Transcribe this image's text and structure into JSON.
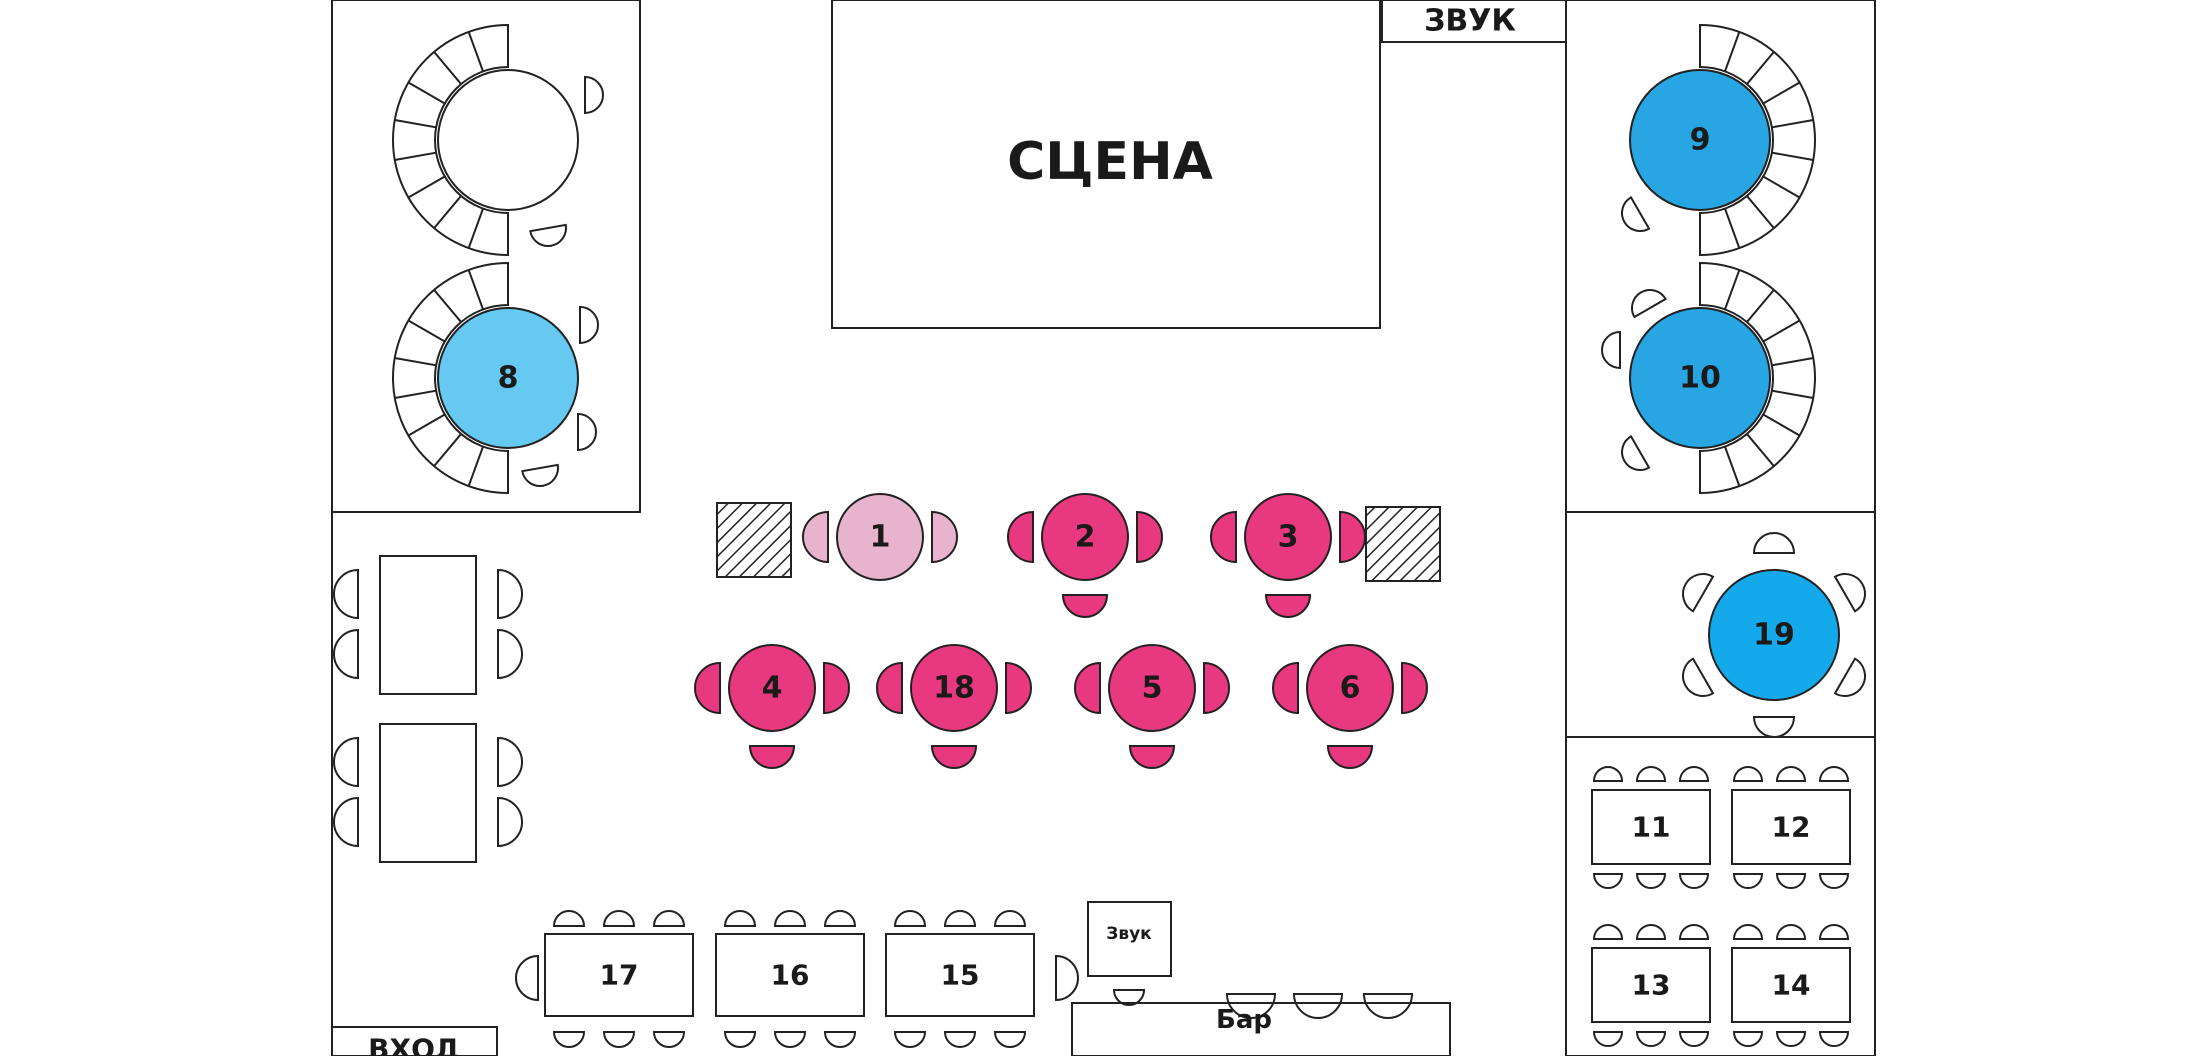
{
  "labels": {
    "stage": "СЦЕНА",
    "sound_top": "ЗВУК",
    "sound_small": "Звук",
    "bar": "Бар",
    "entrance": "ВХОД"
  },
  "colors": {
    "pink": "#e8387f",
    "pink_light": "#e8b3cc",
    "blue_light": "#66c9f2",
    "blue": "#27a6e3",
    "blue_bright": "#14a9ea",
    "outline": "#222222"
  },
  "tables": [
    {
      "id": "big-top-left",
      "label": "",
      "color": "none"
    },
    {
      "id": "8",
      "label": "8",
      "color": "blue_light"
    },
    {
      "id": "9",
      "label": "9",
      "color": "blue"
    },
    {
      "id": "10",
      "label": "10",
      "color": "blue"
    },
    {
      "id": "1",
      "label": "1",
      "color": "pink_light"
    },
    {
      "id": "2",
      "label": "2",
      "color": "pink"
    },
    {
      "id": "3",
      "label": "3",
      "color": "pink"
    },
    {
      "id": "4",
      "label": "4",
      "color": "pink"
    },
    {
      "id": "18",
      "label": "18",
      "color": "pink"
    },
    {
      "id": "5",
      "label": "5",
      "color": "pink"
    },
    {
      "id": "6",
      "label": "6",
      "color": "pink"
    },
    {
      "id": "19",
      "label": "19",
      "color": "blue_bright"
    },
    {
      "id": "11",
      "label": "11",
      "color": "none"
    },
    {
      "id": "12",
      "label": "12",
      "color": "none"
    },
    {
      "id": "13",
      "label": "13",
      "color": "none"
    },
    {
      "id": "14",
      "label": "14",
      "color": "none"
    },
    {
      "id": "17",
      "label": "17",
      "color": "none"
    },
    {
      "id": "16",
      "label": "16",
      "color": "none"
    },
    {
      "id": "15",
      "label": "15",
      "color": "none"
    },
    {
      "id": "rect-left-top",
      "label": "",
      "color": "none"
    },
    {
      "id": "rect-left-bottom",
      "label": "",
      "color": "none"
    }
  ]
}
